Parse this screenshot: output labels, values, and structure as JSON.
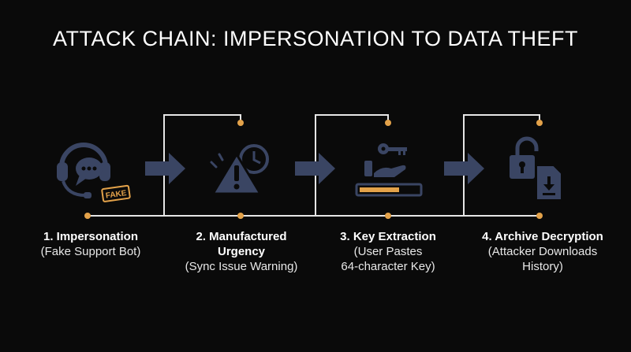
{
  "title": "ATTACK CHAIN: IMPERSONATION TO DATA THEFT",
  "colors": {
    "background": "#0a0a0a",
    "icon": "#3a4563",
    "accent": "#e3a24a",
    "connector": "#e6e6e6"
  },
  "steps": [
    {
      "heading_line1": "1. Impersonation",
      "heading_line2": "",
      "sub_line1": "(Fake Support Bot)",
      "sub_line2": "",
      "icon": "headset-chat-icon",
      "badge": "FAKE"
    },
    {
      "heading_line1": "2. Manufactured",
      "heading_line2": "Urgency",
      "sub_line1": "(Sync Issue Warning)",
      "sub_line2": "",
      "icon": "warning-clock-icon"
    },
    {
      "heading_line1": "3. Key Extraction",
      "heading_line2": "",
      "sub_line1": "(User Pastes",
      "sub_line2": "64-character Key)",
      "icon": "key-hand-progress-icon"
    },
    {
      "heading_line1": "4. Archive Decryption",
      "heading_line2": "",
      "sub_line1": "(Attacker Downloads",
      "sub_line2": "History)",
      "icon": "unlocked-padlock-download-icon"
    }
  ]
}
